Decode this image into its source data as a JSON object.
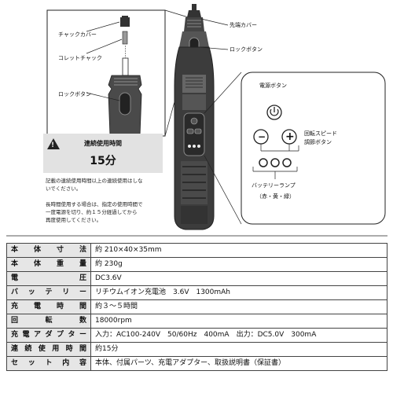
{
  "diagram": {
    "chuck_cover": "チャックカバー",
    "collet_chuck": "コレットチャック",
    "lock_button_left": "ロックボタン",
    "tip_cover": "先端カバー",
    "lock_button_right": "ロックボタン",
    "power_button": "電源ボタン",
    "speed_button_line1": "回転スピード",
    "speed_button_line2": "調節ボタン",
    "battery_lamp": "バッテリーランプ",
    "battery_lamp_colors": "（赤・黄・緑）",
    "minus_symbol": "−",
    "plus_symbol": "+"
  },
  "note": {
    "title": "連続使用時間",
    "duration": "15分",
    "paragraph1": [
      "記載の連続使用時間以上の連続使用はしな",
      "いでください。"
    ],
    "paragraph2": [
      "長時間使用する場合は、指定の使用時間で",
      "一度電源を切り、約１５分経過してから",
      "再度使用してください。"
    ]
  },
  "specs": [
    {
      "label": "本体寸法",
      "value": "約 210×40×35mm"
    },
    {
      "label": "本体重量",
      "value": "約 230g"
    },
    {
      "label": "電圧",
      "value": "DC3.6V"
    },
    {
      "label": "バッテリー",
      "value": "リチウムイオン充電池　3.6V　1300mAh"
    },
    {
      "label": "充電時間",
      "value": "約３～５時間"
    },
    {
      "label": "回転数",
      "value": "18000rpm"
    },
    {
      "label": "充電アダプター",
      "value": "入力：AC100-240V　50/60Hz　400mA　出力：DC5.0V　300mA"
    },
    {
      "label": "連続使用時間",
      "value": "約15分"
    },
    {
      "label": "セット内容",
      "value": "本体、付属パーツ、充電アダプター、取扱説明書（保証書）"
    }
  ]
}
